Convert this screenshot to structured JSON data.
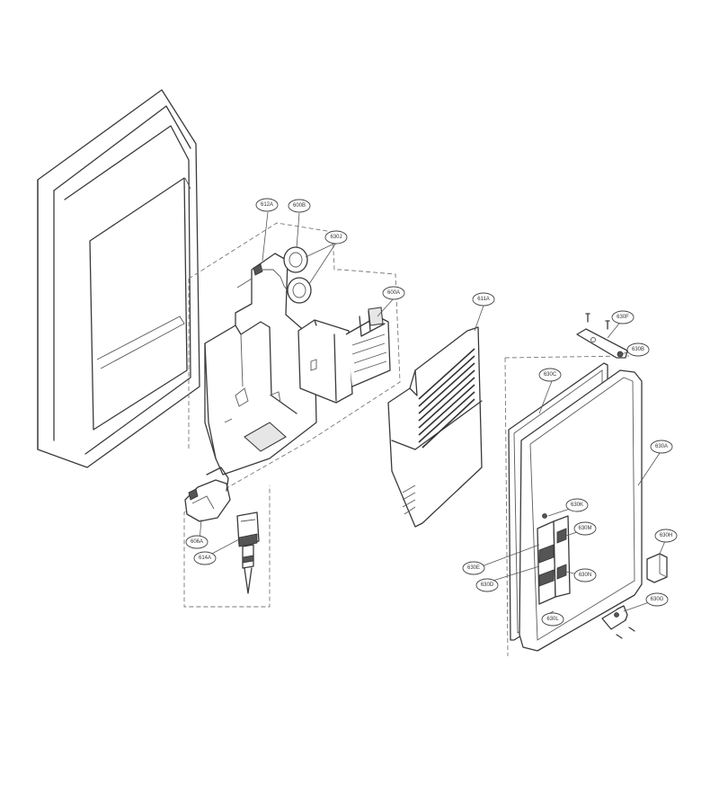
{
  "diagram": {
    "parts": [
      {
        "id": "door-panel",
        "label": ""
      },
      {
        "id": "dispenser-housing",
        "label": "612A"
      },
      {
        "id": "switch-motor",
        "label": "600B"
      },
      {
        "id": "knob-pair",
        "label": "630J"
      },
      {
        "id": "ice-maker",
        "label": "600A"
      },
      {
        "id": "cover-grille",
        "label": "611A"
      },
      {
        "id": "solenoid-duct",
        "label": "606A"
      },
      {
        "id": "sensor-rod",
        "label": "614A"
      },
      {
        "id": "hinge-bracket-top",
        "label": "630F"
      },
      {
        "id": "hinge-screw",
        "label": "630B"
      },
      {
        "id": "gasket",
        "label": "630C"
      },
      {
        "id": "door-inner",
        "label": "630A"
      },
      {
        "id": "cap",
        "label": "630H"
      },
      {
        "id": "hinge-bracket-bottom",
        "label": "630G"
      },
      {
        "id": "latch-k",
        "label": "630K"
      },
      {
        "id": "latch-m",
        "label": "630M"
      },
      {
        "id": "handle-e",
        "label": "630E"
      },
      {
        "id": "handle-d",
        "label": "630D"
      },
      {
        "id": "latch-n",
        "label": "630N"
      },
      {
        "id": "latch-l",
        "label": "630L"
      }
    ]
  }
}
